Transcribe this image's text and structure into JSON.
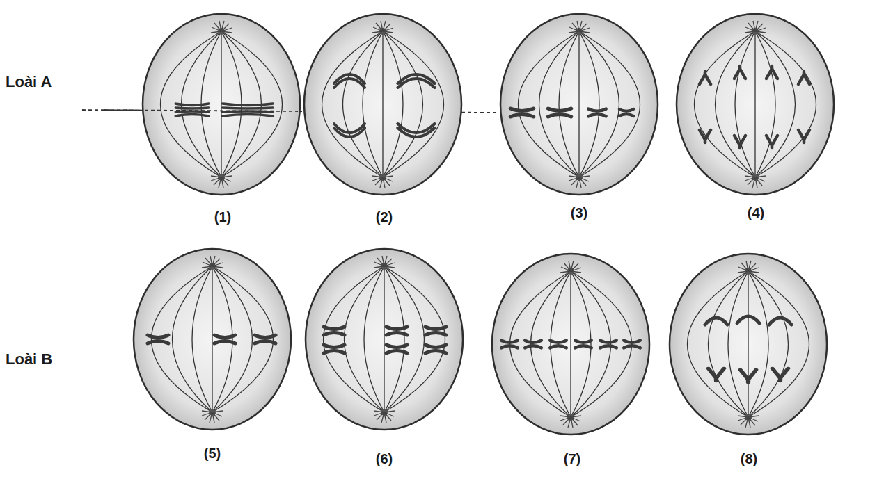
{
  "diagram": {
    "labels": [
      "Loài A",
      "(1)",
      "(2)",
      "(3)",
      "(4)",
      "Loài B",
      "(5)",
      "(6)",
      "(7)",
      "(8)"
    ]
  }
}
